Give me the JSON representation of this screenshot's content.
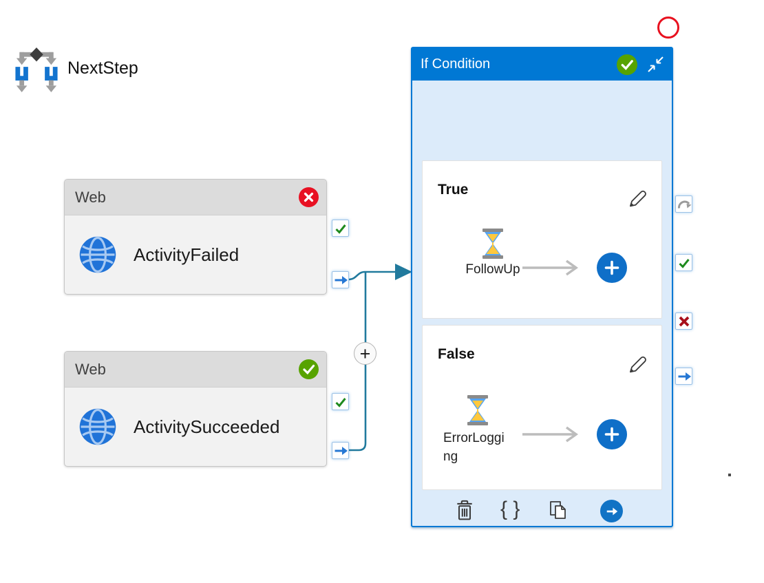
{
  "colors": {
    "header_blue": "#0078d4",
    "panel_bg": "#dcebfa",
    "success_green": "#57a300",
    "error_red": "#e81123",
    "connector_teal": "#217a9d",
    "add_button_blue": "#0f6fc8",
    "port_border_blue": "#9cc1e6"
  },
  "web_activities": [
    {
      "type_label": "Web",
      "name": "ActivityFailed",
      "status_icon": "error-x"
    },
    {
      "type_label": "Web",
      "name": "ActivitySucceeded",
      "status_icon": "success-check"
    }
  ],
  "if_condition": {
    "title": "If Condition",
    "status_icon": "success-check",
    "name": "NextStep",
    "true_branch": {
      "label": "True",
      "activity_name": "FollowUp"
    },
    "false_branch": {
      "label": "False",
      "activity_name": "ErrorLogging"
    },
    "toolbar": {
      "code_label": "{ }"
    }
  },
  "ports": {
    "web_right": [
      "success",
      "completion"
    ],
    "if_right": [
      "skipped",
      "success",
      "failure",
      "completion"
    ]
  }
}
